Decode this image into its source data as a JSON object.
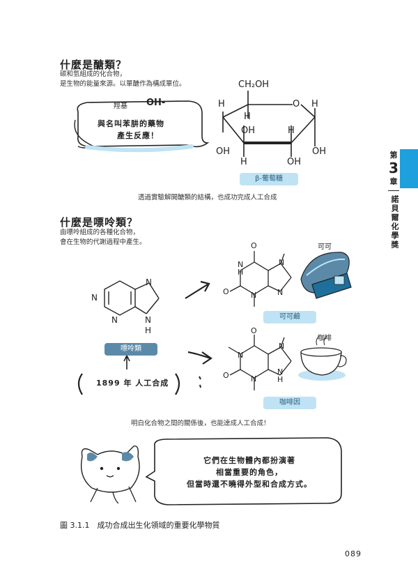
{
  "section1": {
    "title": "什麼是醣類？",
    "desc1": "碳和氫組成的化合物，",
    "desc2": "是生物的能量來源。以單醣作為構成單位。",
    "bubble_hydroxyl_label": "羥基",
    "bubble_oh": "OH-",
    "bubble_line1": "與名叫苯肼的藥物",
    "bubble_line2": "產生反應！",
    "molecule_top": "CH₂OH",
    "molecule_name": "β-葡萄糖",
    "caption": "透過實驗解開醣類的結構，也成功完成人工合成"
  },
  "section2": {
    "title": "什麼是嘌呤類？",
    "desc1": "由嘌呤組成的各種化合物，",
    "desc2": "會在生物的代謝過程中產生。",
    "purine_label": "嘌呤類",
    "synthesis_note": "1899 年 人工合成",
    "cacao_label": "可可",
    "theobromine_label": "可可鹼",
    "coffee_label": "咖啡",
    "caffeine_label": "咖啡因",
    "caption": "明白化合物之間的關係後，也能達成人工合成！"
  },
  "cat_bubble": {
    "line1": "它們在生物體內都扮演著",
    "line2": "相當重要的角色，",
    "line3": "但當時還不曉得外型和合成方式。"
  },
  "figure_caption": "圖 3.1.1　成功合成出生化領域的重要化學物質",
  "page_number": "089",
  "chapter_tab": {
    "prefix": "第",
    "number": "3",
    "suffix": "章",
    "title": "諾貝爾化學獎"
  },
  "atoms": {
    "H": "H",
    "O": "O",
    "OH": "OH",
    "N": "N"
  },
  "colors": {
    "accent": "#1ea0dc",
    "pill_dark": "#5b8aa8",
    "pill_light": "#bfe3f5"
  }
}
